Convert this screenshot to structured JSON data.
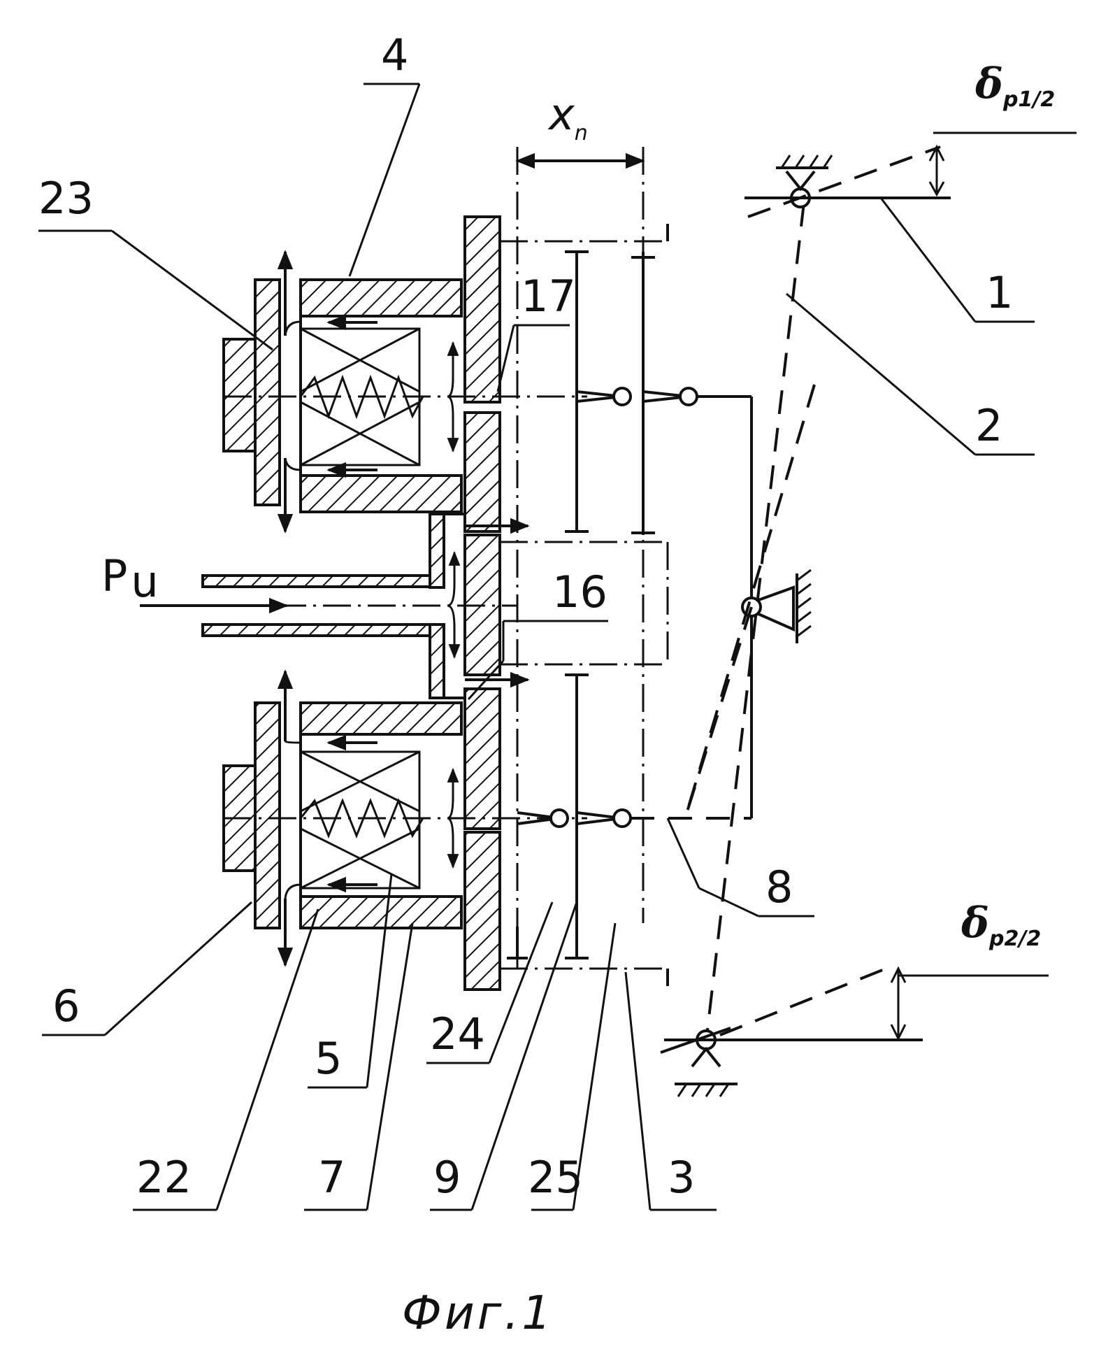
{
  "figure": {
    "caption": "Фиг.1"
  },
  "labels": {
    "l1": "1",
    "l2": "2",
    "l3": "3",
    "l4": "4",
    "l5": "5",
    "l6": "6",
    "l7": "7",
    "l8": "8",
    "l9": "9",
    "l16": "16",
    "l17": "17",
    "l22": "22",
    "l23": "23",
    "l24": "24",
    "l25": "25"
  },
  "symbols": {
    "pressure_main": "P",
    "pressure_sub": "u",
    "stroke_main": "x",
    "stroke_sub": "n",
    "delta1_main": "δ",
    "delta1_sub": "p1/2",
    "delta2_main": "δ",
    "delta2_sub": "p2/2"
  }
}
